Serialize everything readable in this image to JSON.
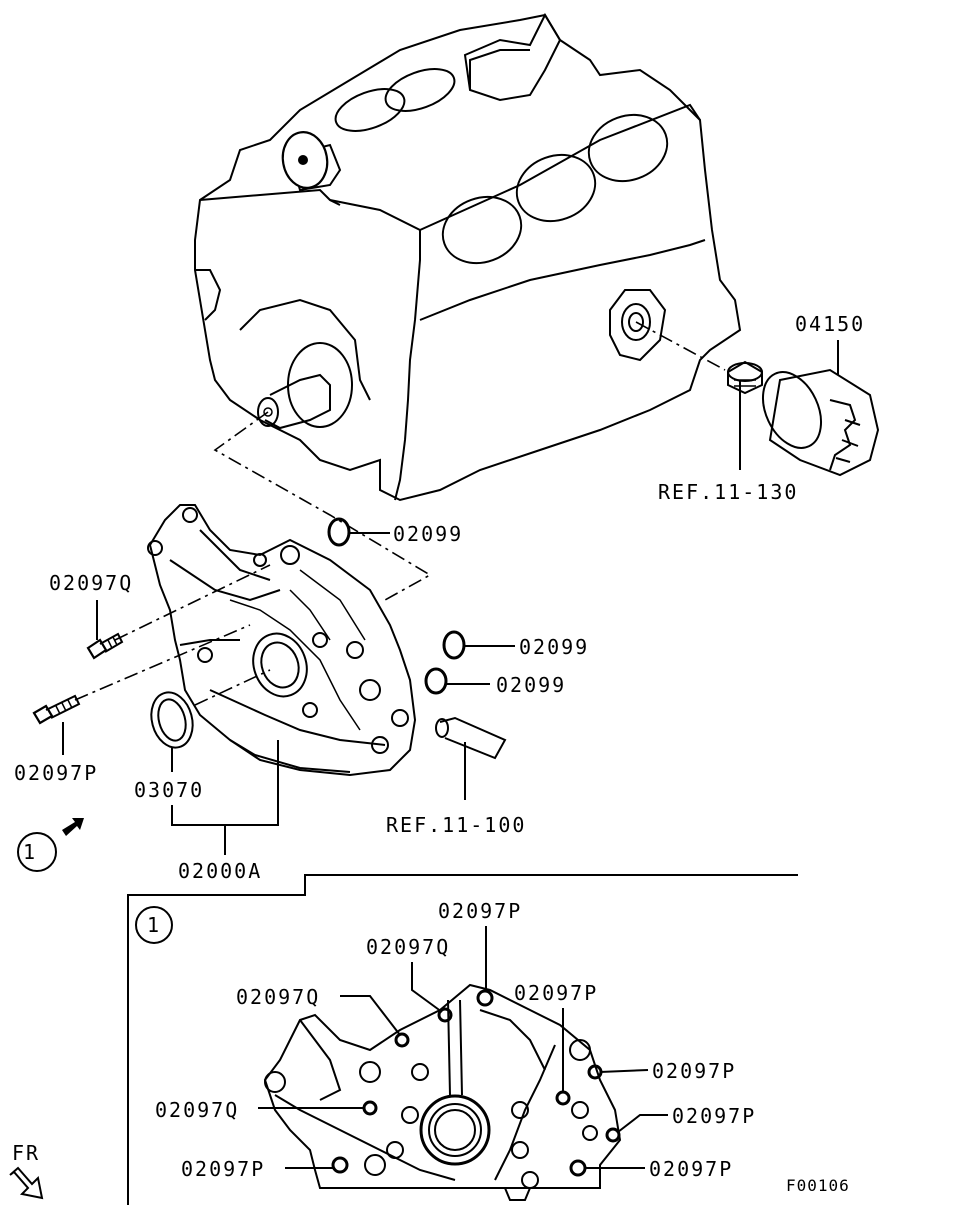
{
  "diagram": {
    "figure_code": "F00106",
    "labels": {
      "oil_filter": "04150",
      "ref_filter_adapter": "REF.11-130",
      "o_ring_top": "02099",
      "o_ring_mid": "02099",
      "o_ring_low": "02099",
      "bolt_q_top": "02097Q",
      "bolt_p_left": "02097P",
      "oil_seal": "03070",
      "ref_dipstick": "REF.11-100",
      "oil_pump_assy": "02000A"
    },
    "view_marker": "1",
    "front_indicator": "FR",
    "detail_view": {
      "marker": "1",
      "labels": {
        "p_top": "02097P",
        "q_top": "02097Q",
        "q_left_upper": "02097Q",
        "p_upper_right": "02097P",
        "p_right": "02097P",
        "q_left_middle": "02097Q",
        "p_right_middle": "02097P",
        "p_bottom_left": "02097P",
        "p_bottom_right": "02097P"
      }
    }
  }
}
